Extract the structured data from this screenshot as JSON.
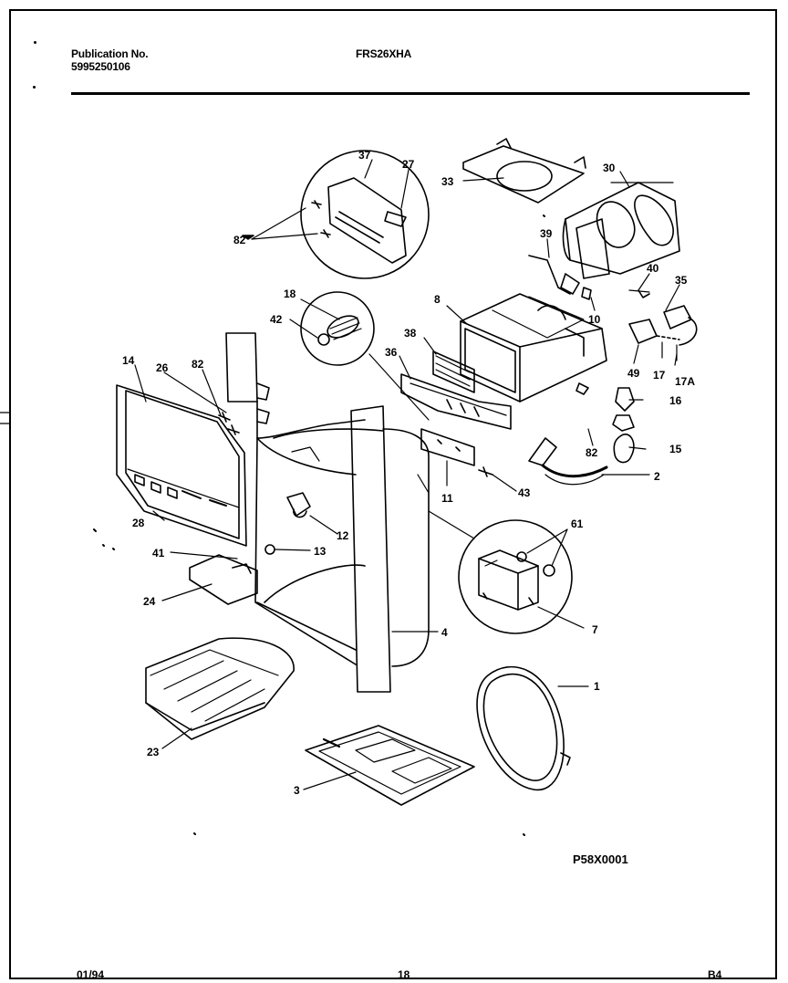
{
  "header": {
    "publication_label": "Publication No.",
    "publication_number": "5995250106",
    "model": "FRS26XHA"
  },
  "diagram_code": "P58X0001",
  "footer": {
    "date": "01/94",
    "page": "18",
    "section": "B4"
  },
  "callouts": [
    "37",
    "27",
    "33",
    "30",
    "82",
    "39",
    "40",
    "35",
    "18",
    "8",
    "10",
    "42",
    "38",
    "36",
    "49",
    "17",
    "17A",
    "14",
    "26",
    "82",
    "16",
    "82",
    "15",
    "2",
    "11",
    "43",
    "12",
    "28",
    "61",
    "41",
    "13",
    "24",
    "7",
    "4",
    "1",
    "23",
    "3"
  ]
}
